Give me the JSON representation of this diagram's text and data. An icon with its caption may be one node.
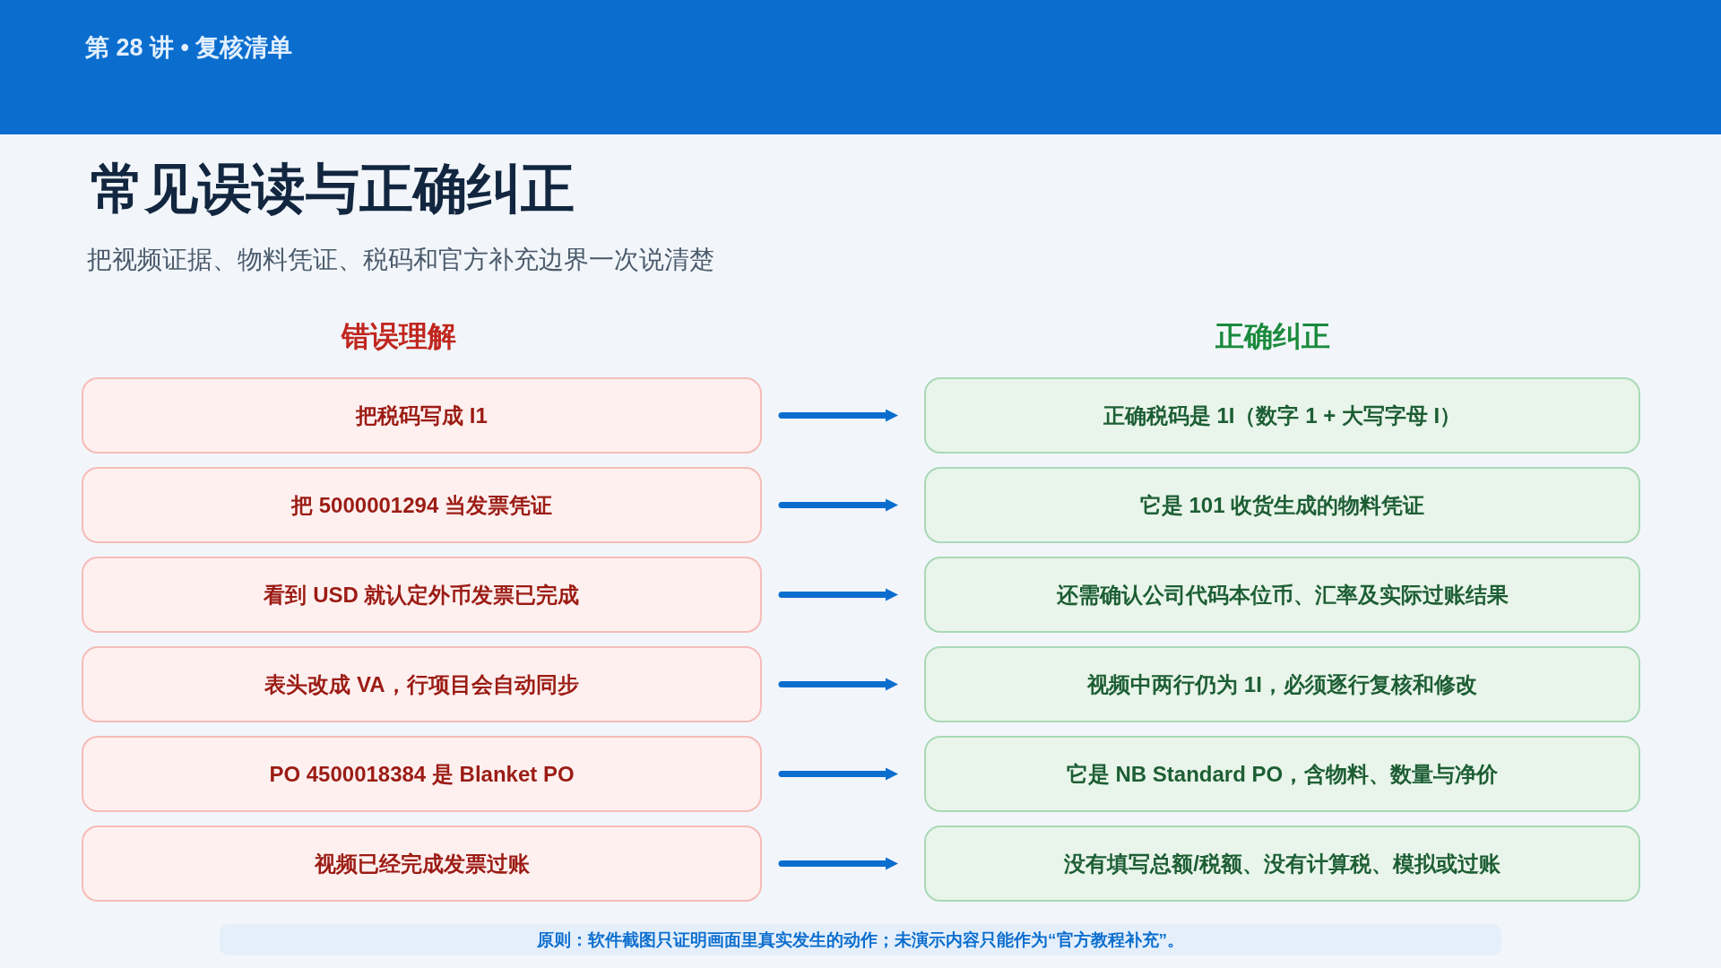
{
  "diagram": {
    "title": "常见误读与正确纠正",
    "nodes": [
      {
        "text": [
          "第 28 讲 • 复核清单"
        ]
      },
      {
        "text": [
          "把税码写成 I1"
        ]
      },
      {
        "text": [
          "正确税码是 1I（数字 1 + 大写字母 I）"
        ]
      },
      {
        "text": [
          "把 5000001294 当发票凭证"
        ]
      },
      {
        "text": [
          "它是 101 收货生成的物料凭证"
        ]
      },
      {
        "text": [
          "看到 USD 就认定外币发票已完成"
        ]
      },
      {
        "text": [
          "还需确认公司代码本位币、汇率及实际过账结果"
        ]
      },
      {
        "text": [
          "表头改成 VA，行项目会自动同步"
        ]
      },
      {
        "text": [
          "视频中两行仍为 1I，必须逐行复核和修改"
        ]
      },
      {
        "text": [
          "PO 4500018384 是 Blanket PO"
        ]
      },
      {
        "text": [
          "它是 NB Standard PO，含物料、数量与净价"
        ]
      },
      {
        "text": [
          "视频已经完成发票过账"
        ]
      },
      {
        "text": [
          "没有填写总额/税额、没有计算税、模拟或过账"
        ]
      },
      {
        "text": [
          "原则：软件截图只证明画面里真实发生的动作；未演示内容只能作为“官方教程补充”。"
        ]
      }
    ],
    "edges": [
      {
        "from": 1,
        "to": 2,
        "arrow": "to"
      },
      {
        "from": 3,
        "to": 4,
        "arrow": "to"
      },
      {
        "from": 5,
        "to": 6,
        "arrow": "to"
      },
      {
        "from": 7,
        "to": 8,
        "arrow": "to"
      },
      {
        "from": 9,
        "to": 10,
        "arrow": "to"
      },
      {
        "from": 11,
        "to": 12,
        "arrow": "to"
      }
    ],
    "labels": [
      "把视频证据、物料凭证、税码和官方补充边界一次说清楚",
      "错误理解",
      "正确纠正"
    ]
  }
}
